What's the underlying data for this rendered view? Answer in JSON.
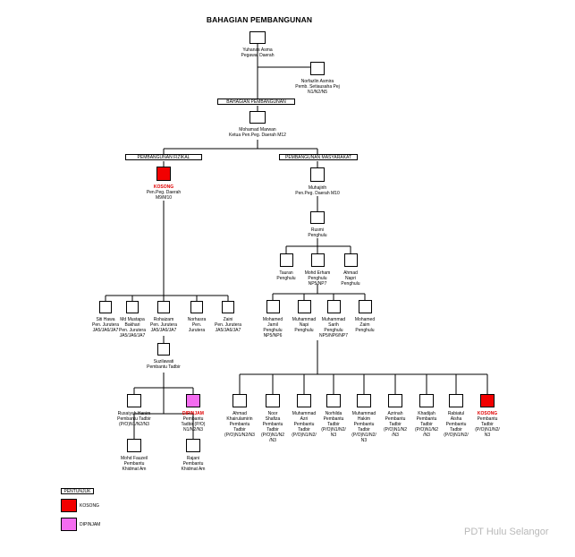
{
  "title": "BAHAGIAN PEMBANGUNAN",
  "section_bar": "BAHAGIAN PEMBANGUNAN",
  "divisions": {
    "fizikal": "PEMBANGUNAN FIZIKAL",
    "masyarakat": "PEMBANGUNAN MASYARAKAT"
  },
  "status_colors": {
    "kosong": "#f20000",
    "dipinjam": "#f46cf0",
    "label": "#e00000"
  },
  "nodes": {
    "pegawai_daerah": {
      "lines": [
        "Yuhanas Asma",
        "Pegawai Daerah"
      ]
    },
    "pemb_setiausaha": {
      "lines": [
        "Norfazlin Asmira",
        "Pemb. Setiausaha Pej",
        "N1/N2/N5"
      ]
    },
    "ketua_pen": {
      "lines": [
        "Mohamad Marwan",
        "Ketua Pen.Peg. Daerah M12"
      ]
    },
    "pen_peg_fizikal": {
      "status": "kosong",
      "lines": [
        "KOSONG",
        "Pen.Peg. Daerah",
        "M9/M10"
      ]
    },
    "pen_peg_masyarakat": {
      "lines": [
        "Muhajirih",
        "Pen.Peg. Daerah M10"
      ]
    },
    "rusmi": {
      "lines": [
        "Rusmi",
        "Penghulu"
      ]
    },
    "tauran": {
      "lines": [
        "Tauran",
        "Penghulu"
      ]
    },
    "mohd_erham": {
      "lines": [
        "Mohd Erham",
        "Penghulu",
        "NP5/NP7"
      ]
    },
    "ahmad_napri": {
      "lines": [
        "Ahmad",
        "Napri",
        "Penghulu"
      ]
    },
    "mohamed_jamil": {
      "lines": [
        "Mohamed",
        "Jamil",
        "Penghulu",
        "NP5/NP6"
      ]
    },
    "muhammad_napi": {
      "lines": [
        "Muhammad",
        "Napi",
        "Penghulu"
      ]
    },
    "muhammad_sarih": {
      "lines": [
        "Muhammad",
        "Sarih",
        "Penghulu",
        "NP5/NP6/NP7"
      ]
    },
    "mohamed_zaim": {
      "lines": [
        "Mohamed",
        "Zaim",
        "Penghulu"
      ]
    },
    "siti_hawa": {
      "lines": [
        "Siti Hawa",
        "Pen. Jurutera",
        "JA5/JA6/JA7"
      ]
    },
    "md_mustapa": {
      "lines": [
        "Md Mustapa",
        "Bakhari",
        "Pen. Jurutera",
        "JA5/JA6/JA7"
      ]
    },
    "rohaizam": {
      "lines": [
        "Rohaizam",
        "Pen. Jurutera",
        "JA5/JA6/JA7"
      ]
    },
    "norhasra": {
      "lines": [
        "Norhasra",
        "Pen.",
        "Jurutera"
      ]
    },
    "zaini": {
      "lines": [
        "Zaini",
        "Pen. Jurutera",
        "JA5/JA6/JA7"
      ]
    },
    "suzilawati": {
      "lines": [
        "Suzilawati",
        "Pembantu Tadbir"
      ]
    },
    "rusaiyah": {
      "lines": [
        "Rusaiyah Hanim",
        "Pembantu Tadbir",
        "(P/O)N1/N2/N3"
      ]
    },
    "dipinjam_pt": {
      "status": "dipinjam",
      "lines": [
        "DIPINJAM",
        "Pembantu",
        "Tadbir (P/O)",
        "N1/N2/N3"
      ]
    },
    "mohd_fauzeil": {
      "lines": [
        "Mohd Fauzeil",
        "Pembantu",
        "Khidmat Am"
      ]
    },
    "rajani": {
      "lines": [
        "Rajani",
        "Pembantu",
        "Khidmat Am"
      ]
    },
    "ahmad_khairulamirin": {
      "lines": [
        "Ahmad",
        "Khairulamirin",
        "Pembantu",
        "Tadbir",
        "(P/O)N1/N2/N3"
      ]
    },
    "noor_shafiza": {
      "lines": [
        "Noor",
        "Shafiza",
        "Pembantu",
        "Tadbir",
        "(P/O)N1/N2",
        "/N3"
      ]
    },
    "muhammad_azri": {
      "lines": [
        "Muhammad",
        "Azri",
        "Pembantu",
        "Tadbir",
        "(P/O)N1/N2/"
      ]
    },
    "norhilda": {
      "lines": [
        "Norhilda",
        "Pembantu",
        "Tadbir",
        "(P/O)N1/N2/",
        "N3"
      ]
    },
    "muhammad_hakim": {
      "lines": [
        "Muhammad",
        "Hakim",
        "Pembantu",
        "Tadbir",
        "(P/O)N1/N2/",
        "N3"
      ]
    },
    "azrinah": {
      "lines": [
        "Azrinah",
        "Pembantu",
        "Tadbir",
        "(P/O)N1/N2",
        "/N3"
      ]
    },
    "khadijah": {
      "lines": [
        "Khadijah",
        "Pembantu",
        "Tadbir",
        "(P/O)N1/N2",
        "/N3"
      ]
    },
    "rabiatul": {
      "lines": [
        "Rabiatul",
        "Aisha",
        "Pembantu",
        "Tadbir",
        "(P/O)N1/N2/"
      ]
    },
    "kosong_pt": {
      "status": "kosong",
      "lines": [
        "KOSONG",
        "Pembantu",
        "Tadbir",
        "(P/O)N1/N2/",
        "N3"
      ]
    }
  },
  "legend": {
    "title": "PENTUNJUK",
    "kosong": "KOSONG",
    "dipinjam": "DIPINJAM"
  },
  "watermark": "PDT Hulu Selangor"
}
